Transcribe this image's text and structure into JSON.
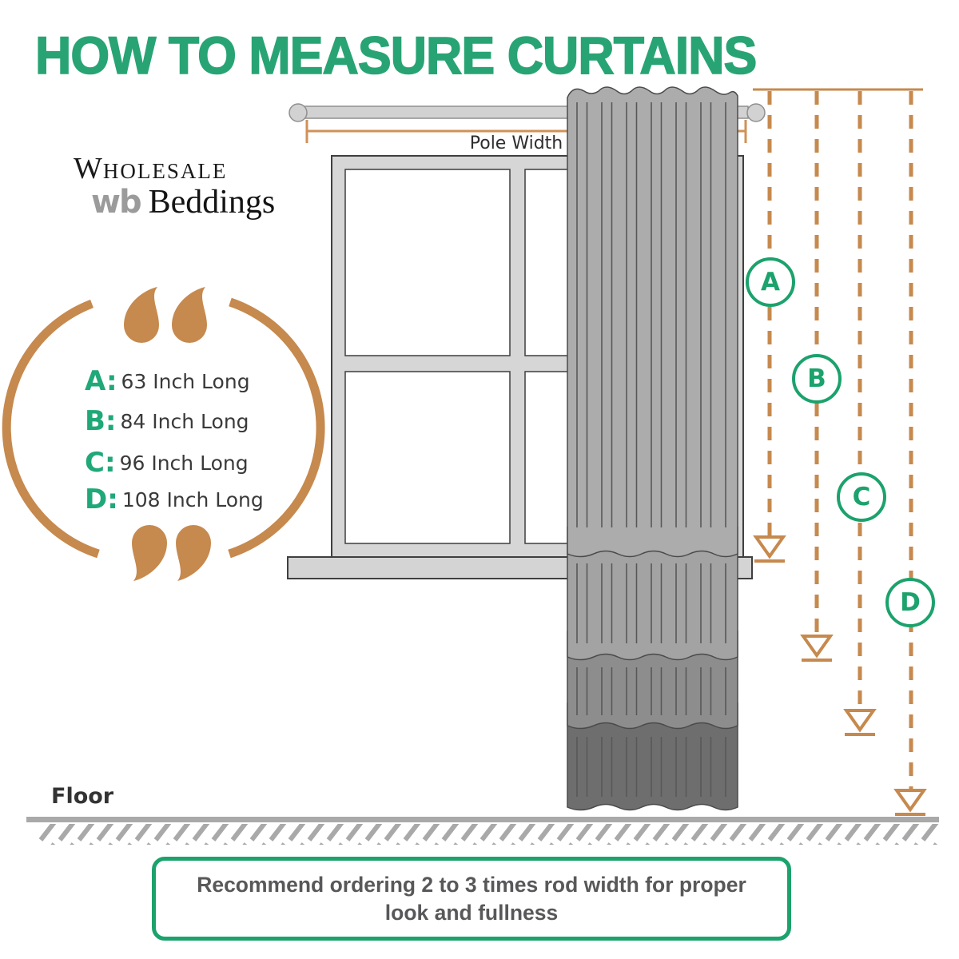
{
  "title": "HOW TO MEASURE CURTAINS",
  "logo": {
    "name_caps_initial": "W",
    "name_caps_rest": "HOLESALE",
    "monogram": "wb",
    "name2": "Beddings"
  },
  "pole": {
    "label": "Pole Width"
  },
  "size_key": {
    "items": [
      {
        "label": "A:",
        "value": "63 Inch Long"
      },
      {
        "label": "B:",
        "value": "84 Inch Long"
      },
      {
        "label": "C:",
        "value": "96 Inch Long"
      },
      {
        "label": "D:",
        "value": "108 Inch Long"
      }
    ]
  },
  "length_markers": [
    "A",
    "B",
    "C",
    "D"
  ],
  "floor": {
    "label": "Floor"
  },
  "note": {
    "text": "Recommend ordering 2 to 3 times rod width for proper look and fullness"
  },
  "icons": {
    "open_quote": "“",
    "close_quote": "”"
  },
  "colors": {
    "title_green": "#28A474",
    "accent_green": "#1CA26C",
    "tan": "#C6894E",
    "curtain_light": "#ACACAC",
    "curtain_dark": "#6E6E6E"
  }
}
